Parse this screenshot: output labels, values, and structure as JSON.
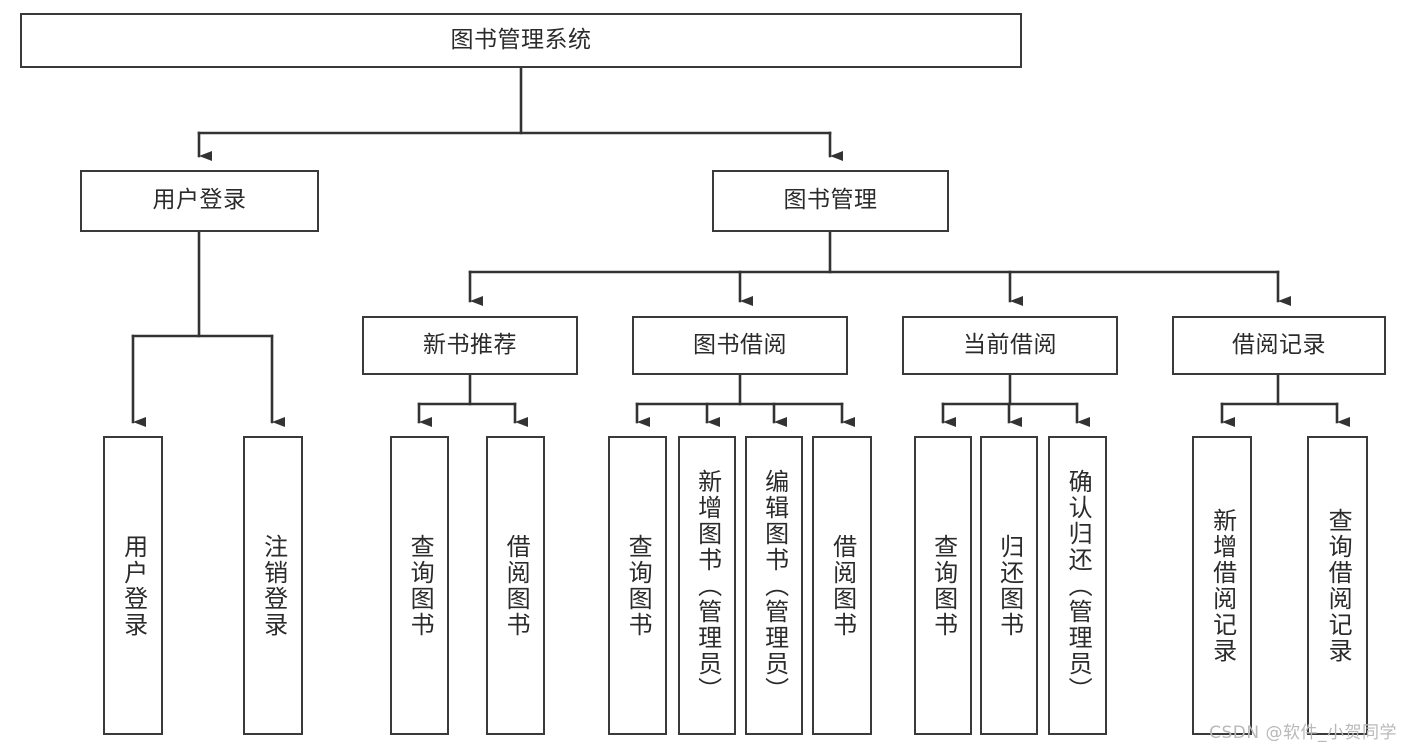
{
  "diagram": {
    "title": "图书管理系统",
    "type": "tree-hierarchy-diagram",
    "watermark": "CSDN @软件_小贺同学",
    "colors": {
      "border": "#3a3a3a",
      "fill": "#ffffff",
      "text": "#2b2b2b",
      "connector": "#333333",
      "watermark": "#b9b9b9"
    },
    "levels": {
      "root": {
        "label": "图书管理系统"
      },
      "level2": [
        {
          "label": "用户登录"
        },
        {
          "label": "图书管理"
        }
      ],
      "level3": [
        {
          "label": "新书推荐"
        },
        {
          "label": "图书借阅"
        },
        {
          "label": "当前借阅"
        },
        {
          "label": "借阅记录"
        }
      ],
      "leaves": [
        {
          "label": "用户登录",
          "parent": "用户登录"
        },
        {
          "label": "注销登录",
          "parent": "用户登录"
        },
        {
          "label": "查询图书",
          "parent": "新书推荐"
        },
        {
          "label": "借阅图书",
          "parent": "新书推荐"
        },
        {
          "label": "查询图书",
          "parent": "图书借阅"
        },
        {
          "label": "新增图书（管理员）",
          "parent": "图书借阅"
        },
        {
          "label": "编辑图书（管理员）",
          "parent": "图书借阅"
        },
        {
          "label": "借阅图书",
          "parent": "图书借阅"
        },
        {
          "label": "查询图书",
          "parent": "当前借阅"
        },
        {
          "label": "归还图书",
          "parent": "当前借阅"
        },
        {
          "label": "确认归还（管理员）",
          "parent": "当前借阅"
        },
        {
          "label": "新增借阅记录",
          "parent": "借阅记录"
        },
        {
          "label": "查询借阅记录",
          "parent": "借阅记录"
        }
      ]
    }
  }
}
